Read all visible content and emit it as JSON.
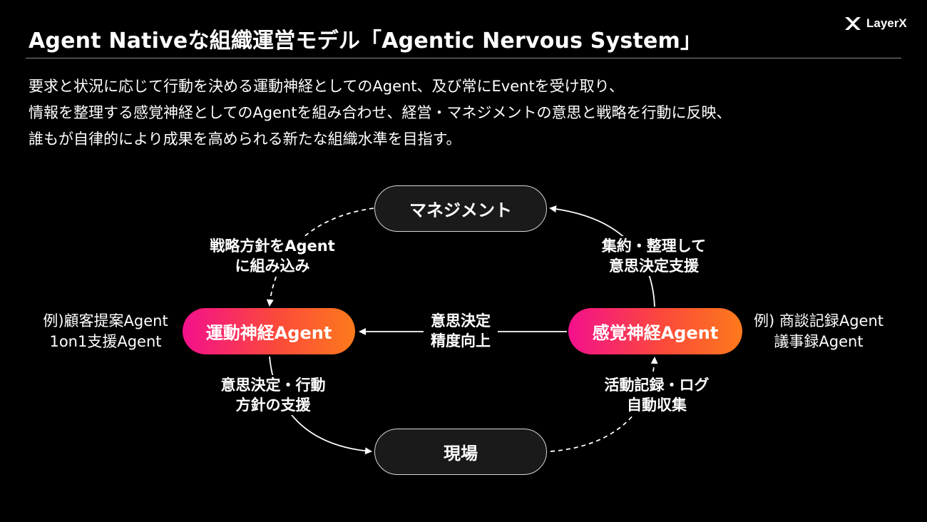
{
  "title": "Agent Nativeな組織運営モデル「Agentic Nervous System」",
  "logo": {
    "text": "LayerX"
  },
  "description": [
    "要求と状況に応じて行動を決める運動神経としてのAgent、及び常にEventを受け取り、",
    "情報を整理する感覚神経としてのAgentを組み合わせ、経営・マネジメントの意思と戦略を行動に反映、",
    "誰もが自律的により成果を高められる新たな組織水準を目指す。"
  ],
  "diagram": {
    "nodes": {
      "management": "マネジメント",
      "motor": "運動神経Agent",
      "sensory": "感覚神経Agent",
      "field": "現場"
    },
    "edges": {
      "top_left": [
        "戦略方針をAgent",
        "に組み込み"
      ],
      "top_right": [
        "集約・整理して",
        "意思決定支援"
      ],
      "center": [
        "意思決定",
        "精度向上"
      ],
      "bottom_left": [
        "意思決定・行動",
        "方針の支援"
      ],
      "bottom_right": [
        "活動記録・ログ",
        "自動収集"
      ]
    },
    "examples": {
      "motor": [
        "例)顧客提案Agent",
        "1on1支援Agent"
      ],
      "sensory": [
        "例) 商談記録Agent",
        "議事録Agent"
      ]
    }
  }
}
